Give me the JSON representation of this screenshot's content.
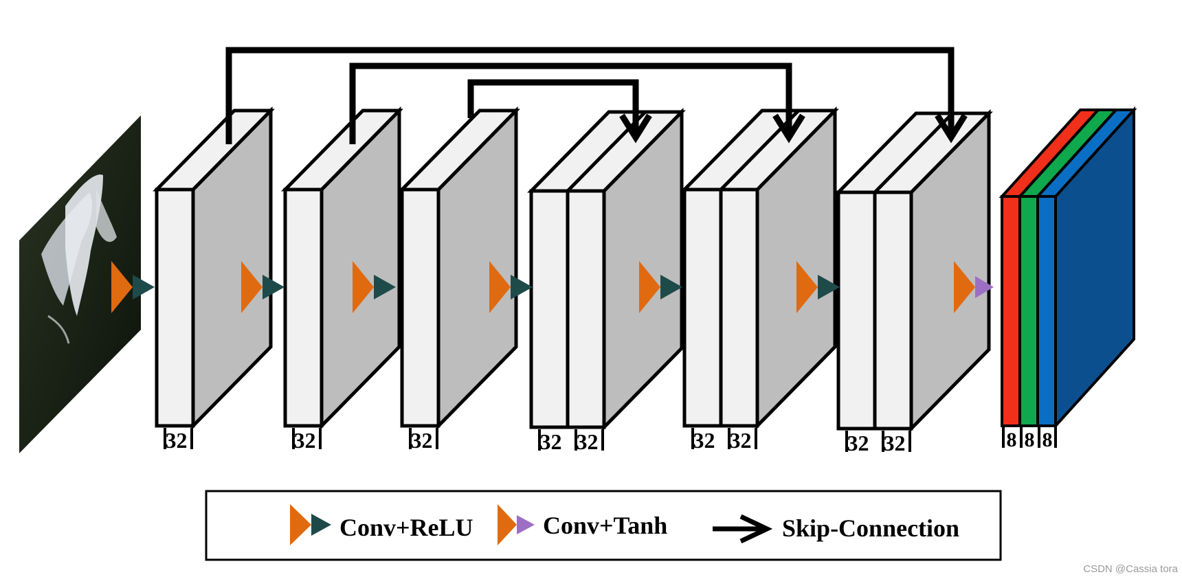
{
  "colors": {
    "relu_orange": "#e06a10",
    "relu_teal": "#1f4a4a",
    "tanh_purple": "#9c6fc4",
    "layer_front": "#f1f1f1",
    "layer_side": "#bdbdbd",
    "out_red": "#f0301a",
    "out_green": "#10a84c",
    "out_blue": "#0a6fc4",
    "out_side": "#0b4f8f"
  },
  "layers": [
    {
      "channels": [
        "32"
      ]
    },
    {
      "channels": [
        "32"
      ]
    },
    {
      "channels": [
        "32"
      ]
    },
    {
      "channels": [
        "32",
        "32"
      ]
    },
    {
      "channels": [
        "32",
        "32"
      ]
    },
    {
      "channels": [
        "32",
        "32"
      ]
    }
  ],
  "output": {
    "channels": [
      "8",
      "8",
      "8"
    ]
  },
  "legend": {
    "conv_relu": "Conv+ReLU",
    "conv_tanh": "Conv+Tanh",
    "skip_connection": "Skip-Connection"
  },
  "watermark": "CSDN @Cassia tora"
}
